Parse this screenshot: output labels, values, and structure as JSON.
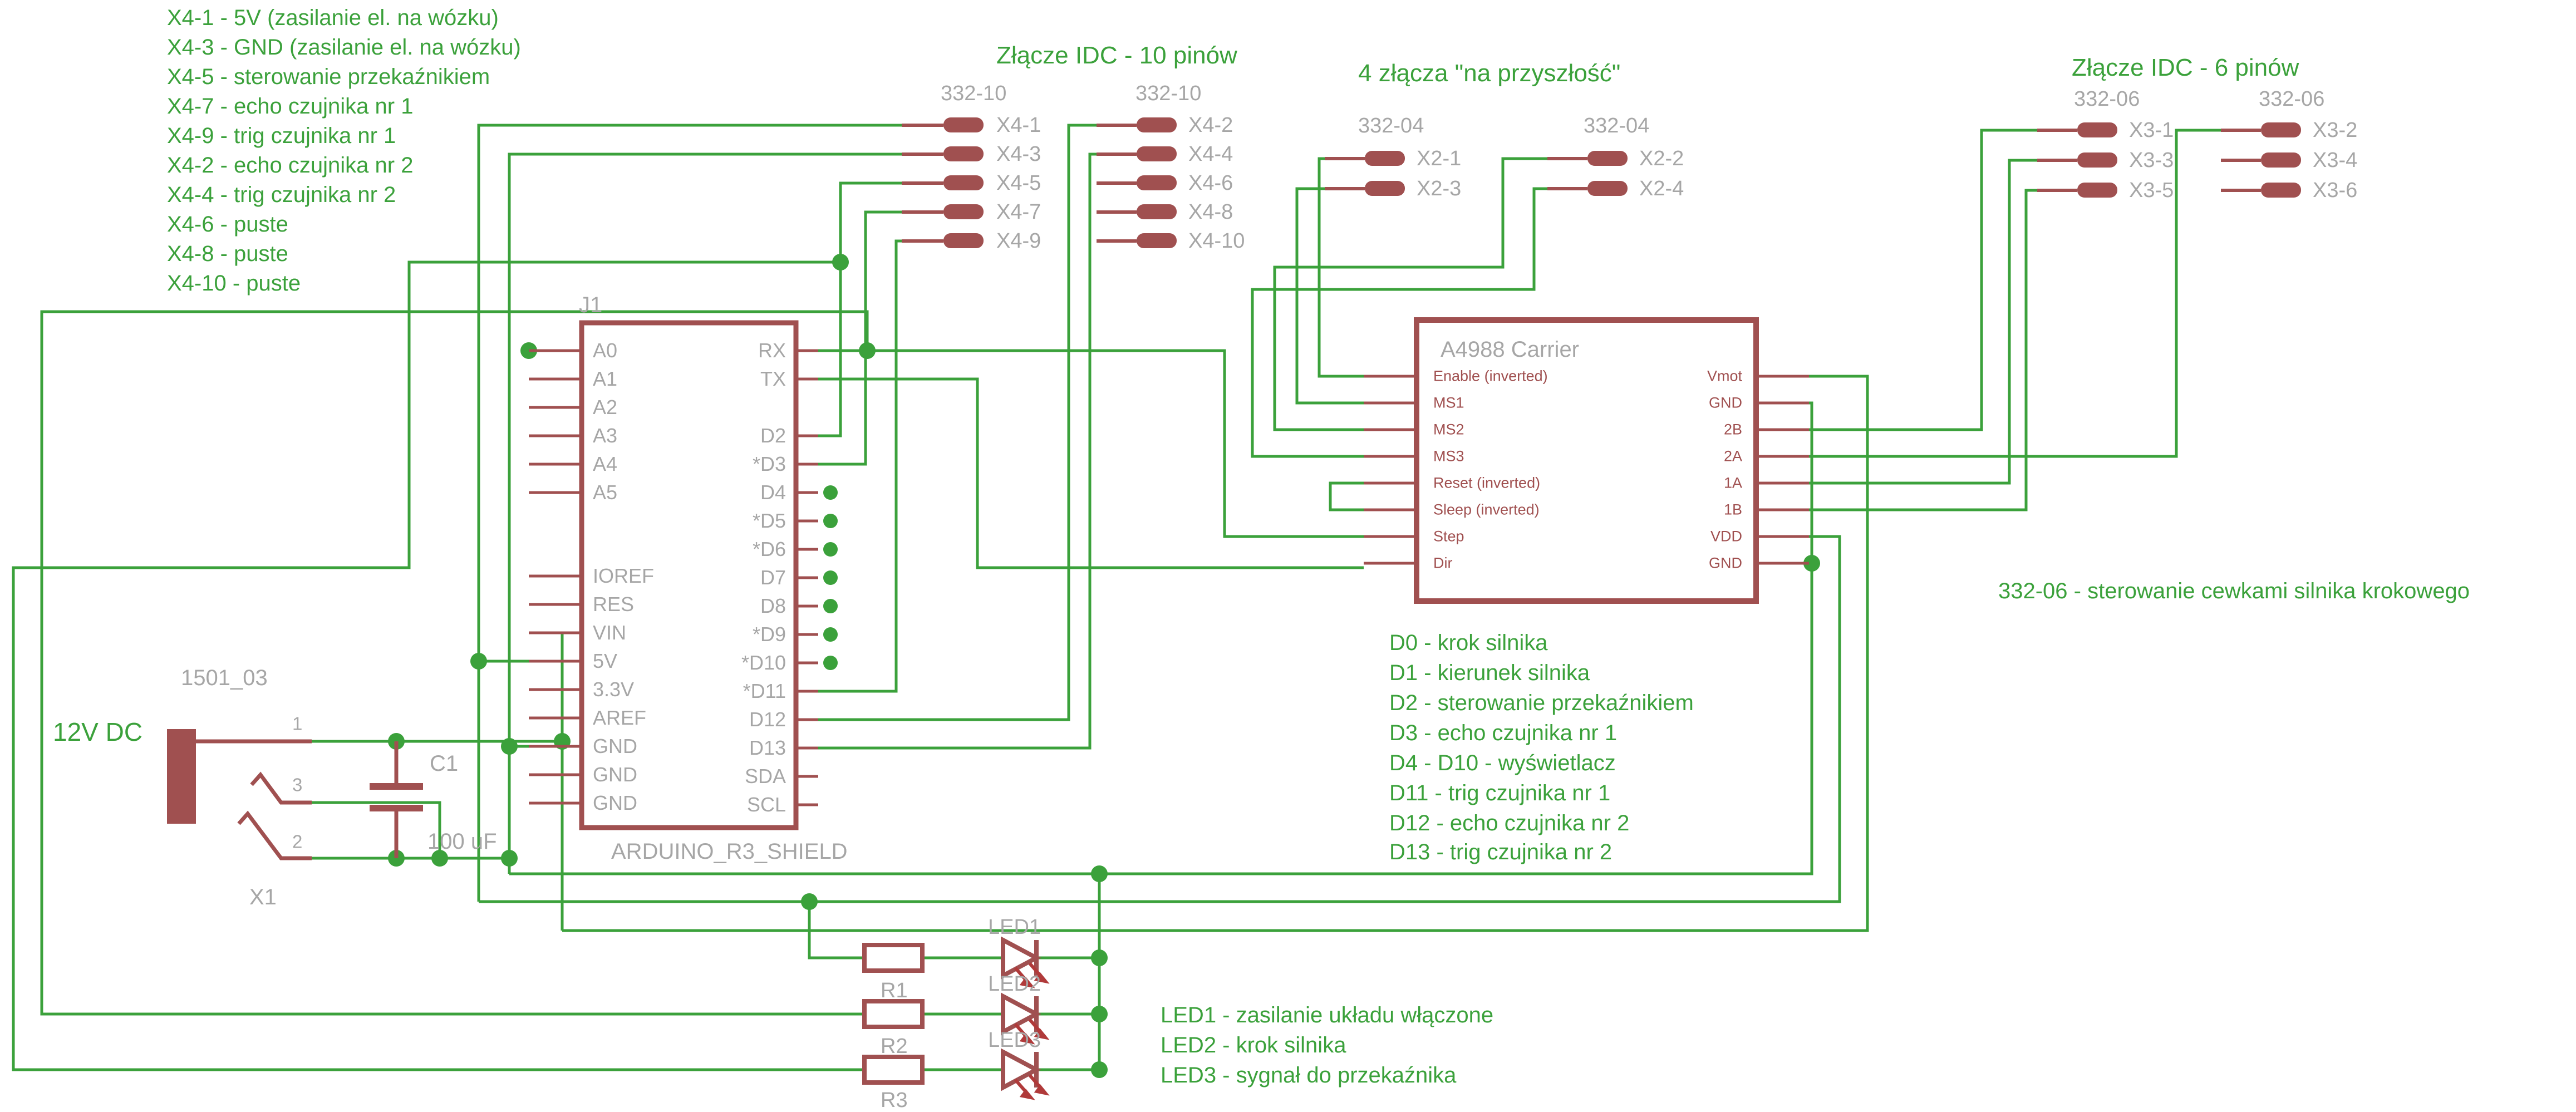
{
  "colors": {
    "wire": "#3ba13b",
    "symbol": "#a05050",
    "label": "#a6a6a6",
    "background": "#ffffff"
  },
  "notes": {
    "x4": [
      "X4-1 - 5V (zasilanie el. na wózku)",
      "X4-3 - GND (zasilanie el. na wózku)",
      "X4-5 - sterowanie przekaźnikiem",
      "X4-7 - echo czujnika nr 1",
      "X4-9 - trig czujnika nr 1",
      "X4-2 - echo czujnika nr 2",
      "X4-4 - trig czujnika nr 2",
      "X4-6 - puste",
      "X4-8 - puste",
      "X4-10 - puste"
    ],
    "d": [
      "D0 - krok silnika",
      "D1 - kierunek silnika",
      "D2 - sterowanie przekaźnikiem",
      "D3 - echo czujnika nr 1",
      "D4 - D10 - wyświetlacz",
      "D11 - trig czujnika nr 1",
      "D12 - echo czujnika nr 2",
      "D13 - trig czujnika nr 2"
    ],
    "led": [
      "LED1 - zasilanie układu włączone",
      "LED2 - krok silnika",
      "LED3 - sygnał do przekaźnika"
    ],
    "supply": "12V DC",
    "coil": "332-06 - sterowanie cewkami silnika krokowego"
  },
  "headers": {
    "idc10": "Złącze IDC - 10 pinów",
    "future": "4 złącza \"na przyszłość\"",
    "idc6": "Złącze IDC - 6 pinów"
  },
  "j1": {
    "ref": "J1",
    "value": "ARDUINO_R3_SHIELD",
    "left": [
      "A0",
      "A1",
      "A2",
      "A3",
      "A4",
      "A5",
      "IOREF",
      "RES",
      "VIN",
      "5V",
      "3.3V",
      "AREF",
      "GND",
      "GND",
      "GND"
    ],
    "right": [
      "RX",
      "TX",
      "D2",
      "*D3",
      "D4",
      "*D5",
      "*D6",
      "D7",
      "D8",
      "*D9",
      "*D10",
      "*D11",
      "D12",
      "D13",
      "SDA",
      "SCL"
    ]
  },
  "a4988": {
    "title": "A4988 Carrier",
    "left": [
      "Enable (inverted)",
      "MS1",
      "MS2",
      "MS3",
      "Reset (inverted)",
      "Sleep (inverted)",
      "Step",
      "Dir"
    ],
    "right": [
      "Vmot",
      "GND",
      "2B",
      "2A",
      "1A",
      "1B",
      "VDD",
      "GND"
    ]
  },
  "x4": {
    "part": "332-10",
    "left": [
      "X4-1",
      "X4-3",
      "X4-5",
      "X4-7",
      "X4-9"
    ],
    "right": [
      "X4-2",
      "X4-4",
      "X4-6",
      "X4-8",
      "X4-10"
    ]
  },
  "x2": {
    "part": "332-04",
    "left": [
      "X2-1",
      "X2-3"
    ],
    "right": [
      "X2-2",
      "X2-4"
    ]
  },
  "x3": {
    "part": "332-06",
    "left": [
      "X3-1",
      "X3-3",
      "X3-5"
    ],
    "right": [
      "X3-2",
      "X3-4",
      "X3-6"
    ]
  },
  "power": {
    "value": "1501_03",
    "ref": "X1",
    "pin1": "1",
    "pin3": "3",
    "pin2": "2",
    "cap_ref": "C1",
    "cap_value": "100 uF"
  },
  "parts": {
    "r": [
      "R1",
      "R2",
      "R3"
    ],
    "led": [
      "LED1",
      "LED2",
      "LED3"
    ]
  }
}
